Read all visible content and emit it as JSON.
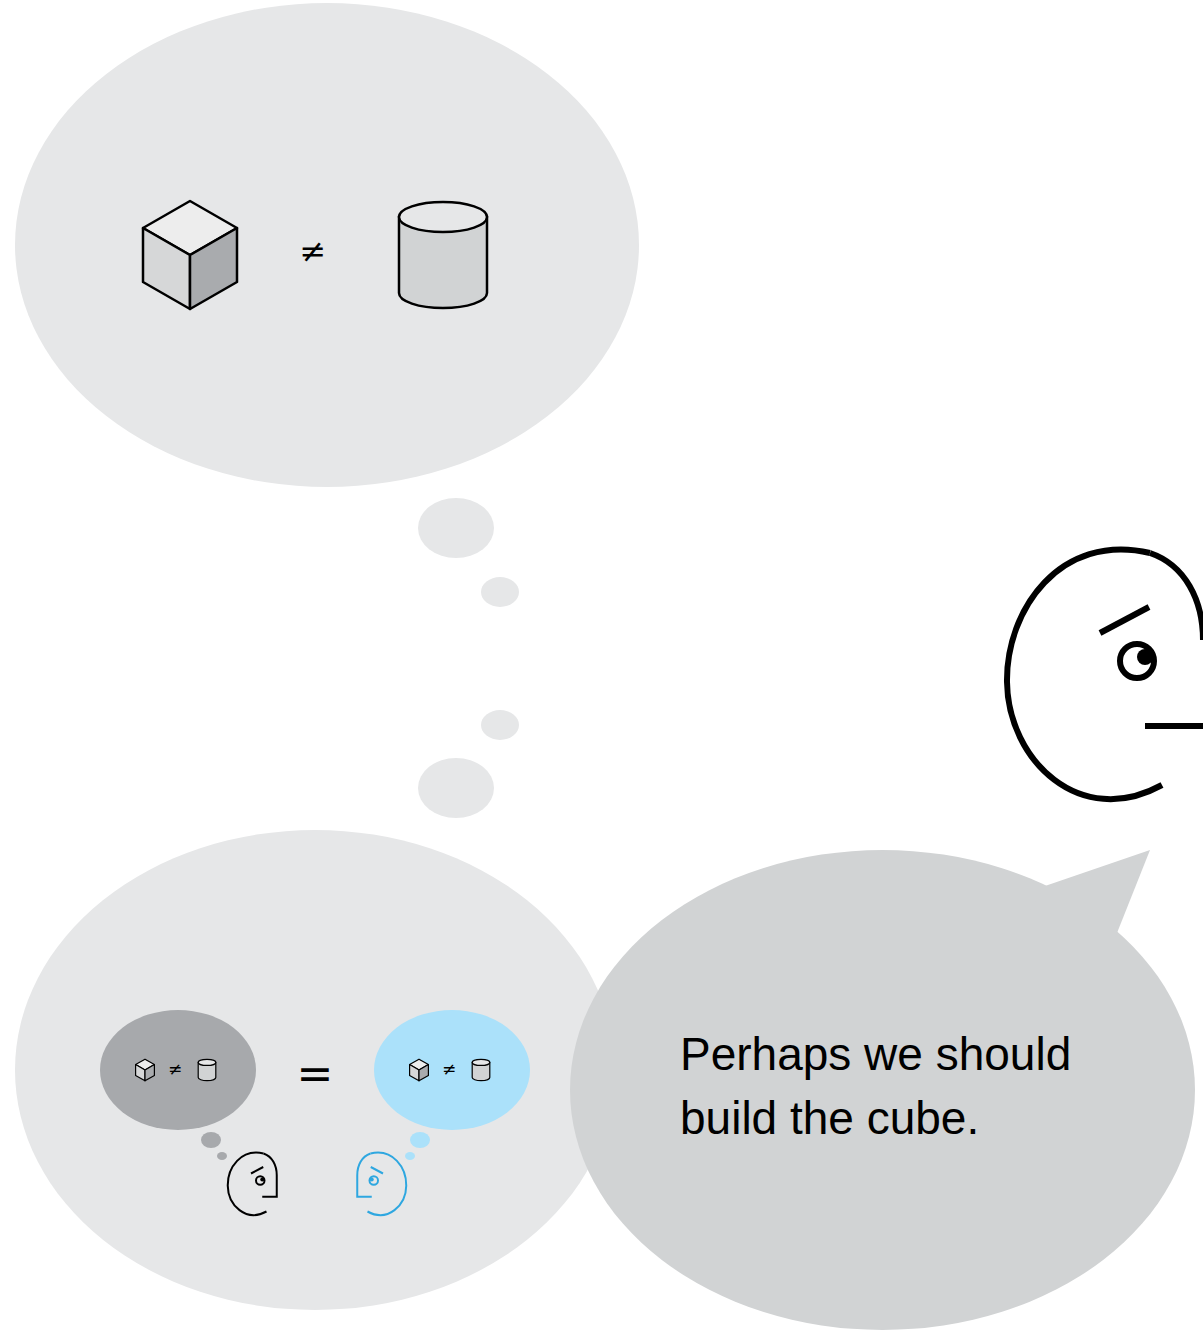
{
  "diagram": {
    "nodes": [
      {
        "text": [
          "≠"
        ]
      },
      {
        "text": [
          "="
        ]
      },
      {
        "text": [
          "≠"
        ],
        "in": 1
      },
      {
        "text": [
          "≠"
        ],
        "in": 1
      },
      {
        "text": [
          "Perhaps we should build the cube."
        ]
      }
    ]
  }
}
